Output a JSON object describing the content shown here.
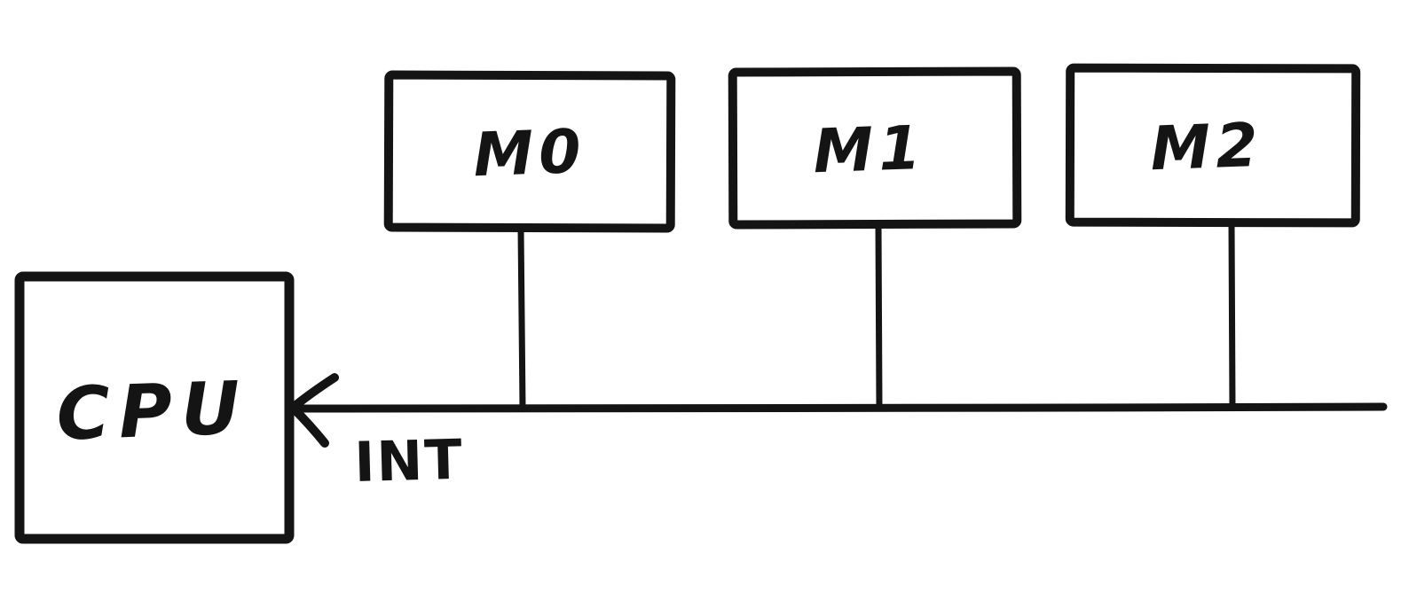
{
  "diagram": {
    "type": "hand-drawn block diagram",
    "nodes": [
      {
        "id": "cpu",
        "label": "CPU"
      },
      {
        "id": "m0",
        "label": "M0"
      },
      {
        "id": "m1",
        "label": "M1"
      },
      {
        "id": "m2",
        "label": "M2"
      }
    ],
    "bus_label": "INT",
    "connections": [
      {
        "from": "M0",
        "to": "bus",
        "type": "line"
      },
      {
        "from": "M1",
        "to": "bus",
        "type": "line"
      },
      {
        "from": "M2",
        "to": "bus",
        "type": "line"
      },
      {
        "from": "bus",
        "to": "CPU",
        "label": "INT",
        "type": "arrow-into-cpu"
      }
    ],
    "colors": {
      "ink": "#141414",
      "background": "#ffffff"
    }
  }
}
